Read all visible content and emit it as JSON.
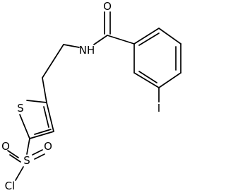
{
  "molecule": {
    "atom_labels": {
      "oxygen_carbonyl": "O",
      "nitrogen_amide": "NH",
      "iodine": "I",
      "sulfur_thiophene": "S",
      "sulfur_sulfonyl": "S",
      "oxygen_sulfonyl_left": "O",
      "oxygen_sulfonyl_right": "O",
      "chlorine": "Cl"
    }
  }
}
